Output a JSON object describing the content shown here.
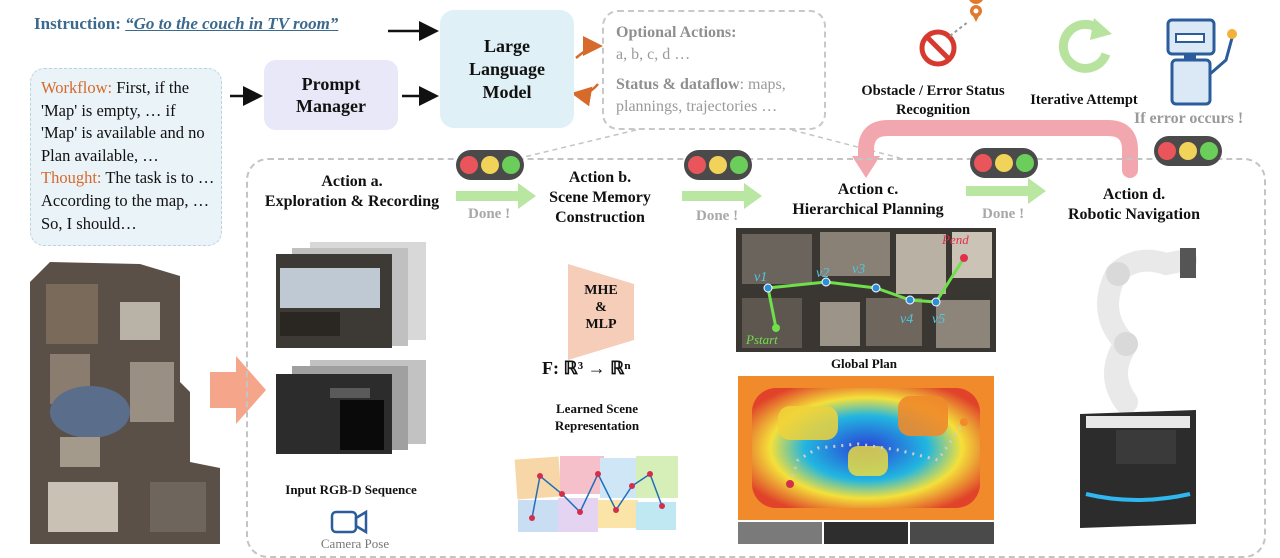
{
  "instruction": {
    "label": "Instruction:",
    "text": "“Go to the couch in TV room”"
  },
  "workflow": {
    "workflow_label": "Workflow:",
    "workflow_text": " First, if the 'Map' is empty, … if 'Map' is available and no Plan available, …",
    "thought_label": "Thought:",
    "thought_text": " The task is to … According to the map, … So, I should…"
  },
  "prompt_manager": {
    "line1": "Prompt",
    "line2": "Manager"
  },
  "llm": {
    "line1": "Large",
    "line2": "Language",
    "line3": "Model"
  },
  "optional": {
    "actions_label": "Optional Actions",
    "actions_colon": ":",
    "actions_value": "a, b, c, d …",
    "status_label": "Status & dataflow",
    "status_value": ": maps, plannings, trajectories …"
  },
  "status_icons": {
    "obstacle_line1": "Obstacle / Error Status",
    "obstacle_line2": "Recognition",
    "iterative": "Iterative Attempt",
    "if_error": "If error occurs !"
  },
  "actions": [
    {
      "title1": "Action a.",
      "title2": "Exploration & Recording"
    },
    {
      "title1": "Action b.",
      "title2": "Scene Memory",
      "title3": "Construction"
    },
    {
      "title1": "Action c.",
      "title2": "Hierarchical Planning"
    },
    {
      "title1": "Action d.",
      "title2": "Robotic Navigation"
    }
  ],
  "done_label": "Done !",
  "captions": {
    "rgbd": "Input RGB-D Sequence",
    "mhe_line1": "MHE",
    "mhe_line2": "&",
    "mhe_line3": "MLP",
    "formula": "F: ℝ³ → ℝⁿ",
    "learned1": "Learned Scene",
    "learned2": "Representation",
    "global_plan": "Global Plan",
    "camera_pose": "Camera Pose"
  },
  "plan_nodes": [
    "v1",
    "v2",
    "v3",
    "v4",
    "v5"
  ],
  "plan_labels": {
    "start": "Pstart",
    "end": "Pend"
  },
  "colors": {
    "instruction_blue": "#3c6a8e",
    "orange": "#d56a2b",
    "green_arrow": "#b9e6a0",
    "pink_arrow": "#f2a7ae"
  }
}
